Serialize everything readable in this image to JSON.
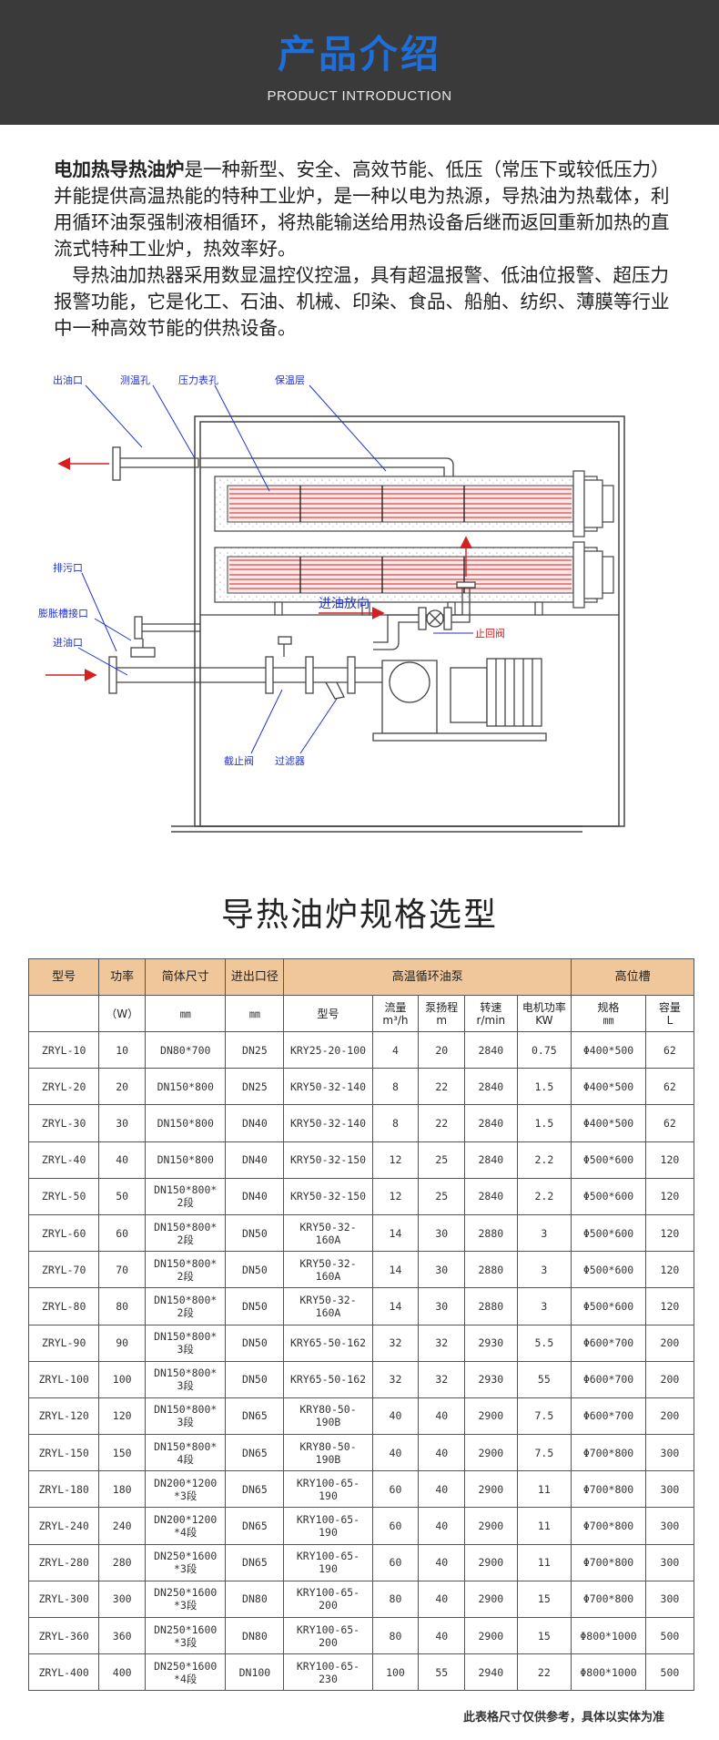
{
  "header": {
    "title": "产品介绍",
    "subtitle": "PRODUCT INTRODUCTION"
  },
  "intro": {
    "p1_bold": "电加热导热油炉",
    "p1_rest": "是一种新型、安全、高效节能、低压（常压下或较低压力）并能提供高温热能的特种工业炉，是一种以电为热源，导热油为热载体，利用循环油泵强制液相循环，将热能输送给用热设备后继而返回重新加热的直流式特种工业炉，热效率好。",
    "p2": "导热油加热器采用数显温控仪控温，具有超温报警、低油位报警、超压力报警功能，它是化工、石油、机械、印染、食品、船舶、纺织、薄膜等行业中一种高效节能的供热设备。"
  },
  "diagram_labels": {
    "oil_outlet": "出油口",
    "temp_hole": "测温孔",
    "pressure_hole": "压力表孔",
    "insulation": "保温层",
    "drain": "排污口",
    "expansion": "膨胀槽接口",
    "oil_inlet": "进油口",
    "flow_direction": "进油放向",
    "check_valve": "止回阀",
    "stop_valve": "截止阀",
    "filter": "过滤器"
  },
  "spec": {
    "title": "导热油炉规格选型",
    "header1": [
      "型号",
      "功率",
      "简体尺寸",
      "进出口径",
      "高温循环油泵",
      "高位槽"
    ],
    "header2": [
      "",
      "（W）",
      "㎜",
      "㎜",
      "型号",
      "流量\nm³/h",
      "泵扬程\nm",
      "转速\nr/min",
      "电机功率\nKW",
      "规格\n㎜",
      "容量\nL"
    ],
    "rows": [
      [
        "ZRYL-10",
        "10",
        "DN80*700",
        "DN25",
        "KRY25-20-100",
        "4",
        "20",
        "2840",
        "0.75",
        "Φ400*500",
        "62"
      ],
      [
        "ZRYL-20",
        "20",
        "DN150*800",
        "DN25",
        "KRY50-32-140",
        "8",
        "22",
        "2840",
        "1.5",
        "Φ400*500",
        "62"
      ],
      [
        "ZRYL-30",
        "30",
        "DN150*800",
        "DN40",
        "KRY50-32-140",
        "8",
        "22",
        "2840",
        "1.5",
        "Φ400*500",
        "62"
      ],
      [
        "ZRYL-40",
        "40",
        "DN150*800",
        "DN40",
        "KRY50-32-150",
        "12",
        "25",
        "2840",
        "2.2",
        "Φ500*600",
        "120"
      ],
      [
        "ZRYL-50",
        "50",
        "DN150*800*\n2段",
        "DN40",
        "KRY50-32-150",
        "12",
        "25",
        "2840",
        "2.2",
        "Φ500*600",
        "120"
      ],
      [
        "ZRYL-60",
        "60",
        "DN150*800*\n2段",
        "DN50",
        "KRY50-32-\n160A",
        "14",
        "30",
        "2880",
        "3",
        "Φ500*600",
        "120"
      ],
      [
        "ZRYL-70",
        "70",
        "DN150*800*\n2段",
        "DN50",
        "KRY50-32-\n160A",
        "14",
        "30",
        "2880",
        "3",
        "Φ500*600",
        "120"
      ],
      [
        "ZRYL-80",
        "80",
        "DN150*800*\n2段",
        "DN50",
        "KRY50-32-\n160A",
        "14",
        "30",
        "2880",
        "3",
        "Φ500*600",
        "120"
      ],
      [
        "ZRYL-90",
        "90",
        "DN150*800*\n3段",
        "DN50",
        "KRY65-50-162",
        "32",
        "32",
        "2930",
        "5.5",
        "Φ600*700",
        "200"
      ],
      [
        "ZRYL-100",
        "100",
        "DN150*800*\n3段",
        "DN50",
        "KRY65-50-162",
        "32",
        "32",
        "2930",
        "55",
        "Φ600*700",
        "200"
      ],
      [
        "ZRYL-120",
        "120",
        "DN150*800*\n3段",
        "DN65",
        "KRY80-50-\n190B",
        "40",
        "40",
        "2900",
        "7.5",
        "Φ600*700",
        "200"
      ],
      [
        "ZRYL-150",
        "150",
        "DN150*800*\n4段",
        "DN65",
        "KRY80-50-\n190B",
        "40",
        "40",
        "2900",
        "7.5",
        "Φ700*800",
        "300"
      ],
      [
        "ZRYL-180",
        "180",
        "DN200*1200\n*3段",
        "DN65",
        "KRY100-65-\n190",
        "60",
        "40",
        "2900",
        "11",
        "Φ700*800",
        "300"
      ],
      [
        "ZRYL-240",
        "240",
        "DN200*1200\n*4段",
        "DN65",
        "KRY100-65-\n190",
        "60",
        "40",
        "2900",
        "11",
        "Φ700*800",
        "300"
      ],
      [
        "ZRYL-280",
        "280",
        "DN250*1600\n*3段",
        "DN65",
        "KRY100-65-\n190",
        "60",
        "40",
        "2900",
        "11",
        "Φ700*800",
        "300"
      ],
      [
        "ZRYL-300",
        "300",
        "DN250*1600\n*3段",
        "DN80",
        "KRY100-65-\n200",
        "80",
        "40",
        "2900",
        "15",
        "Φ700*800",
        "300"
      ],
      [
        "ZRYL-360",
        "360",
        "DN250*1600\n*3段",
        "DN80",
        "KRY100-65-\n200",
        "80",
        "40",
        "2900",
        "15",
        "Φ800*1000",
        "500"
      ],
      [
        "ZRYL-400",
        "400",
        "DN250*1600\n*4段",
        "DN100",
        "KRY100-65-\n230",
        "100",
        "55",
        "2940",
        "22",
        "Φ800*1000",
        "500"
      ]
    ],
    "footnote": "此表格尺寸仅供参考，具体以实体为准"
  },
  "colors": {
    "header_bg": "#3a3a3a",
    "title_blue": "#1e6fd9",
    "table_header": "#f0c79a",
    "label_blue": "#2233cc",
    "arrow_red": "#d42020"
  }
}
